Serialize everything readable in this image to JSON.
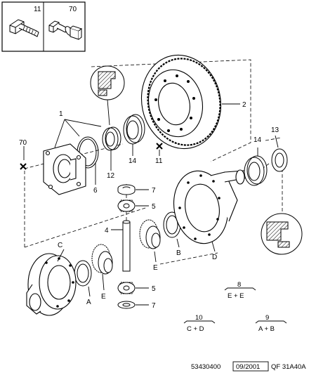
{
  "callouts": {
    "n1": "1",
    "n2": "2",
    "n4": "4",
    "n5a": "5",
    "n5b": "5",
    "n6": "6",
    "n7a": "7",
    "n7b": "7",
    "n11": "11",
    "n12": "12",
    "n13": "13",
    "n14a": "14",
    "n14b": "14",
    "n70": "70",
    "A1": "A",
    "B1": "B",
    "C1": "C",
    "D1": "D",
    "E1": "E",
    "E2": "E"
  },
  "inset": {
    "left_label": "11",
    "right_label": "70"
  },
  "formulas": [
    {
      "number": "8",
      "expr": "E + E"
    },
    {
      "number": "10",
      "expr": "C + D"
    },
    {
      "number": "9",
      "expr": "A + B"
    }
  ],
  "footer": {
    "ref": "53430400",
    "date": "09/2001",
    "code": "QF 31A40A"
  }
}
